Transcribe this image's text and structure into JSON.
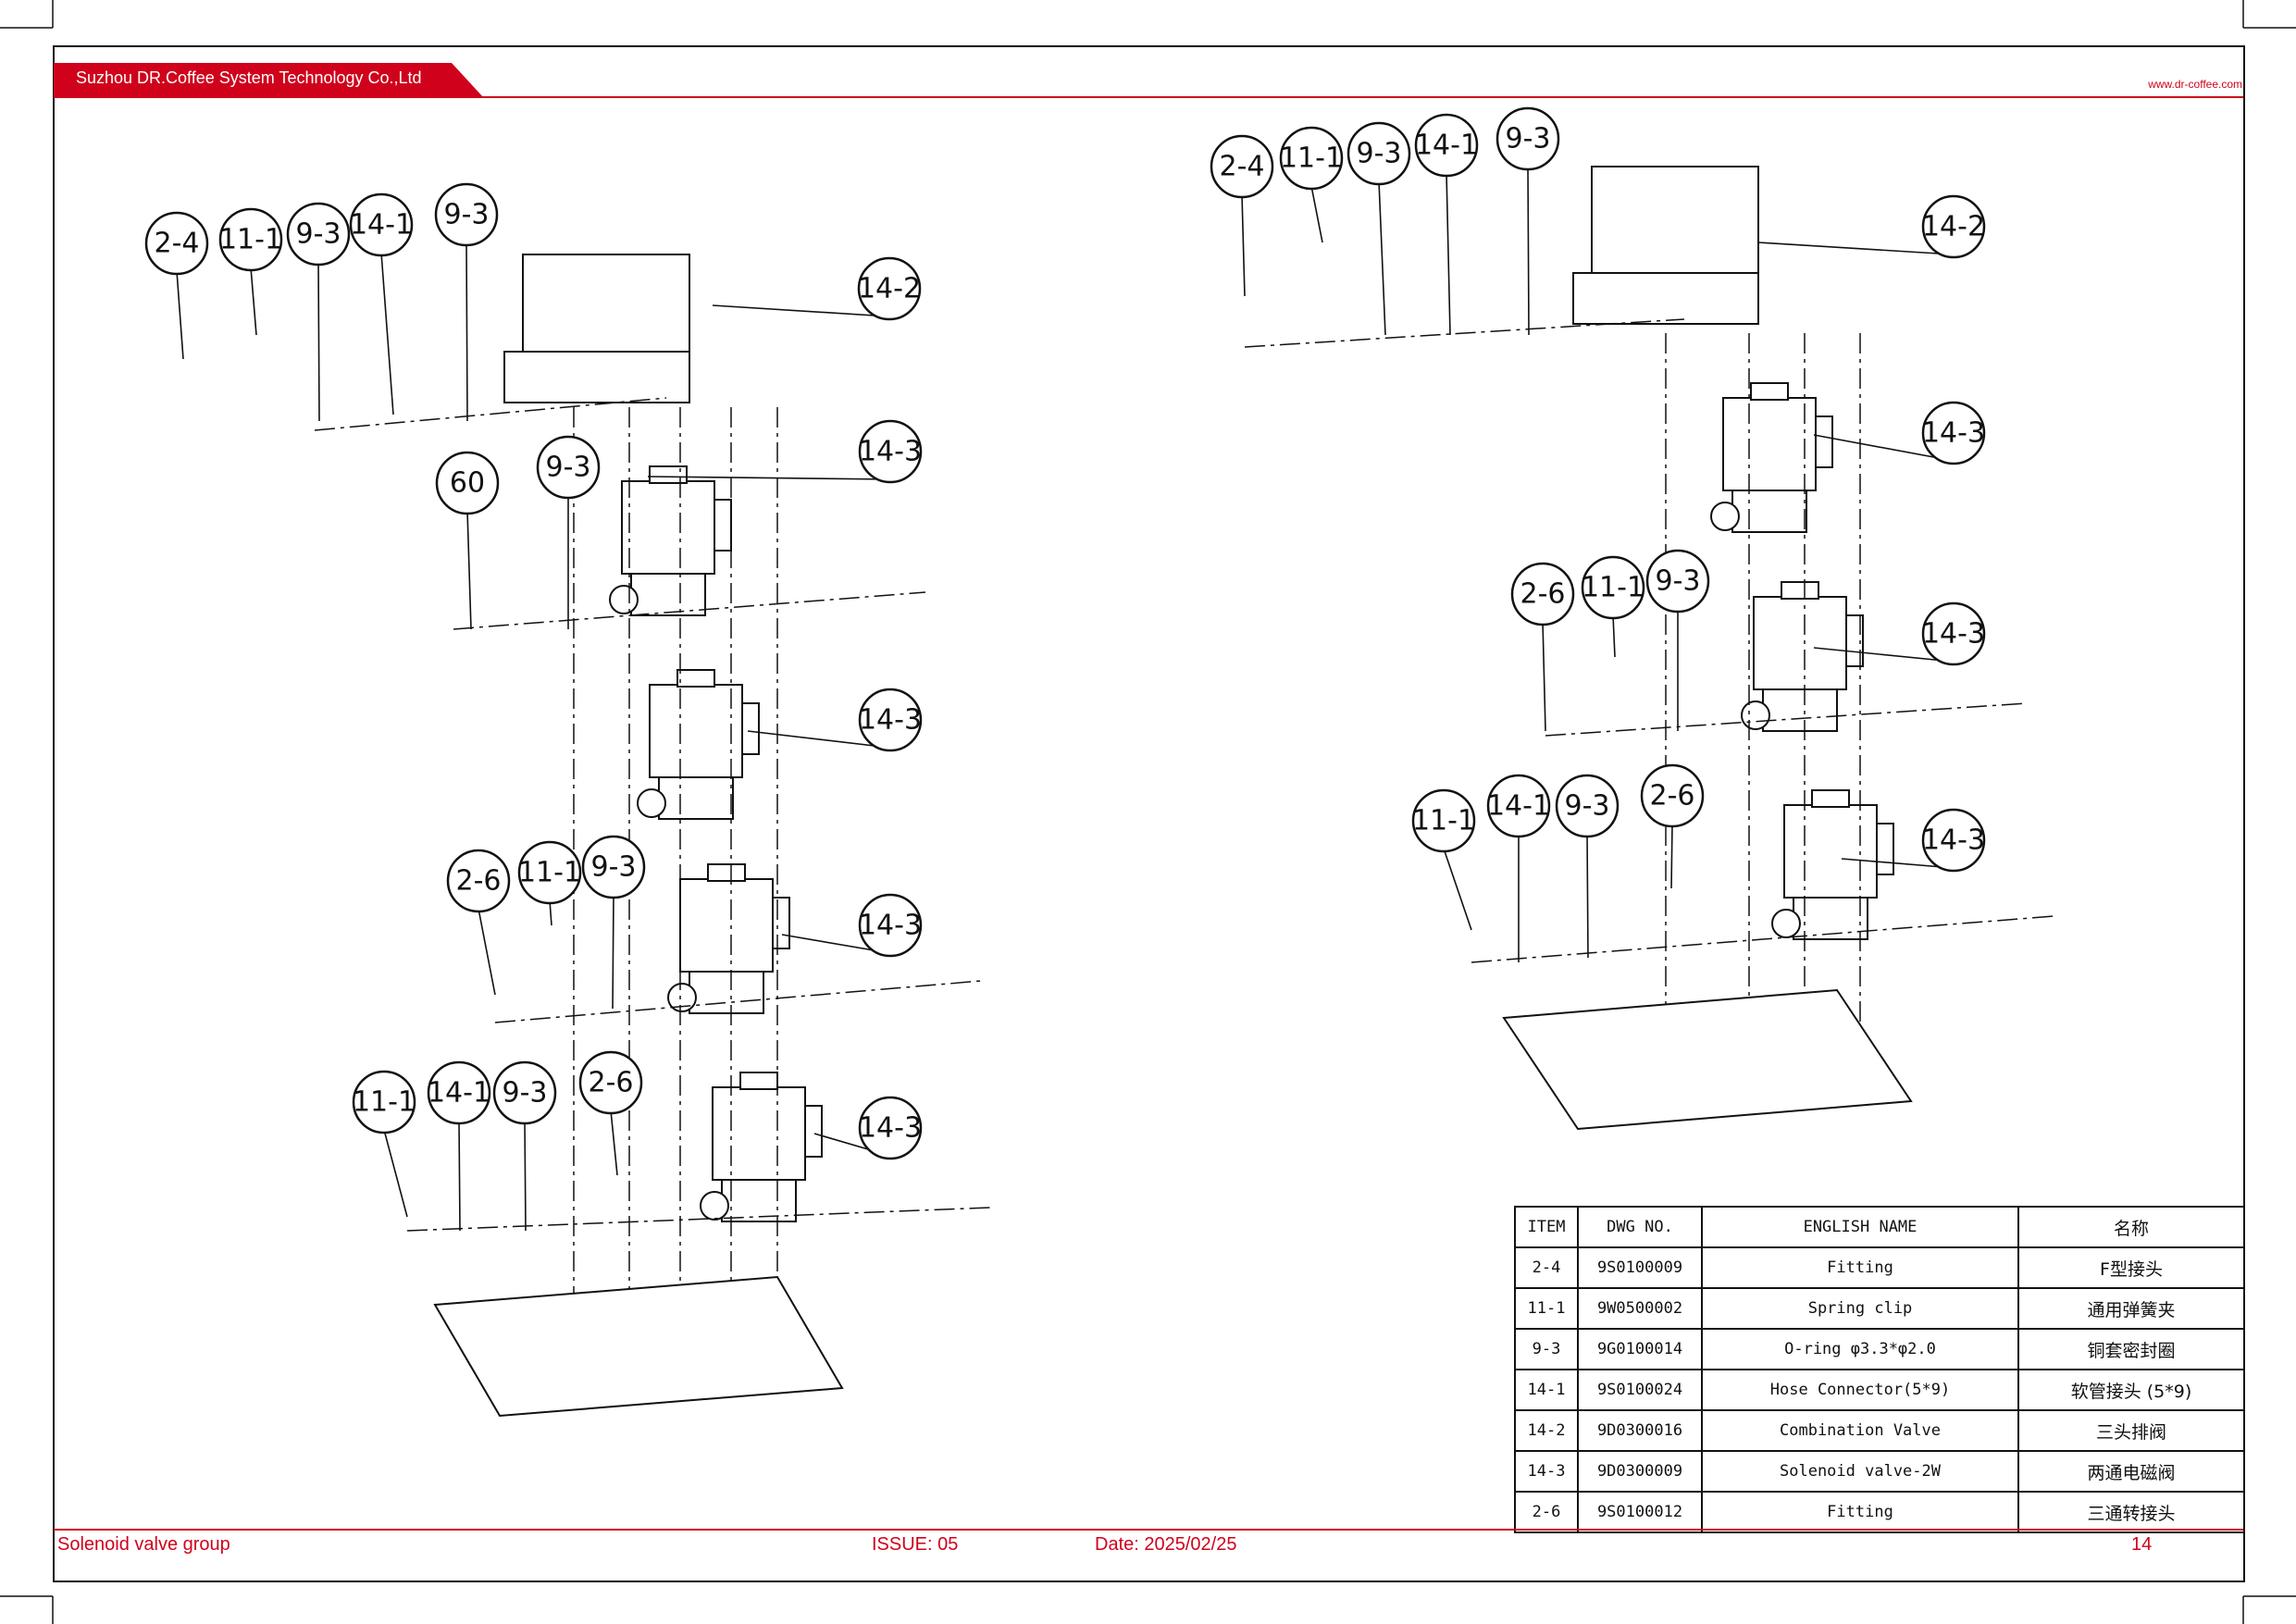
{
  "header": {
    "company": "Suzhou DR.Coffee System Technology Co.,Ltd",
    "website": "www.dr-coffee.com",
    "accent_color": "#d0021b"
  },
  "callouts": {
    "left": [
      "2-4",
      "11-1",
      "9-3",
      "14-1",
      "9-3",
      "14-2",
      "14-3",
      "60",
      "9-3",
      "14-3",
      "2-6",
      "11-1",
      "9-3",
      "14-3",
      "11-1",
      "14-1",
      "9-3",
      "2-6",
      "14-3"
    ],
    "right": [
      "2-4",
      "11-1",
      "9-3",
      "14-1",
      "9-3",
      "14-2",
      "14-3",
      "2-6",
      "11-1",
      "9-3",
      "14-3",
      "11-1",
      "14-1",
      "9-3",
      "2-6",
      "14-3"
    ]
  },
  "table": {
    "headers": [
      "ITEM",
      "DWG NO.",
      "ENGLISH NAME",
      "名称"
    ],
    "rows": [
      [
        "2-4",
        "9S0100009",
        "Fitting",
        "F型接头"
      ],
      [
        "11-1",
        "9W0500002",
        "Spring clip",
        "通用弹簧夹"
      ],
      [
        "9-3",
        "9G0100014",
        "O-ring φ3.3*φ2.0",
        "铜套密封圈"
      ],
      [
        "14-1",
        "9S0100024",
        "Hose Connector(5*9)",
        "软管接头 (5*9)"
      ],
      [
        "14-2",
        "9D0300016",
        "Combination Valve",
        "三头排阀"
      ],
      [
        "14-3",
        "9D0300009",
        "Solenoid valve-2W",
        "两通电磁阀"
      ],
      [
        "2-6",
        "9S0100012",
        "Fitting",
        "三通转接头"
      ]
    ]
  },
  "footer": {
    "title": "Solenoid valve group",
    "issue": "ISSUE:  05",
    "date": "Date:  2025/02/25",
    "page": "14"
  }
}
